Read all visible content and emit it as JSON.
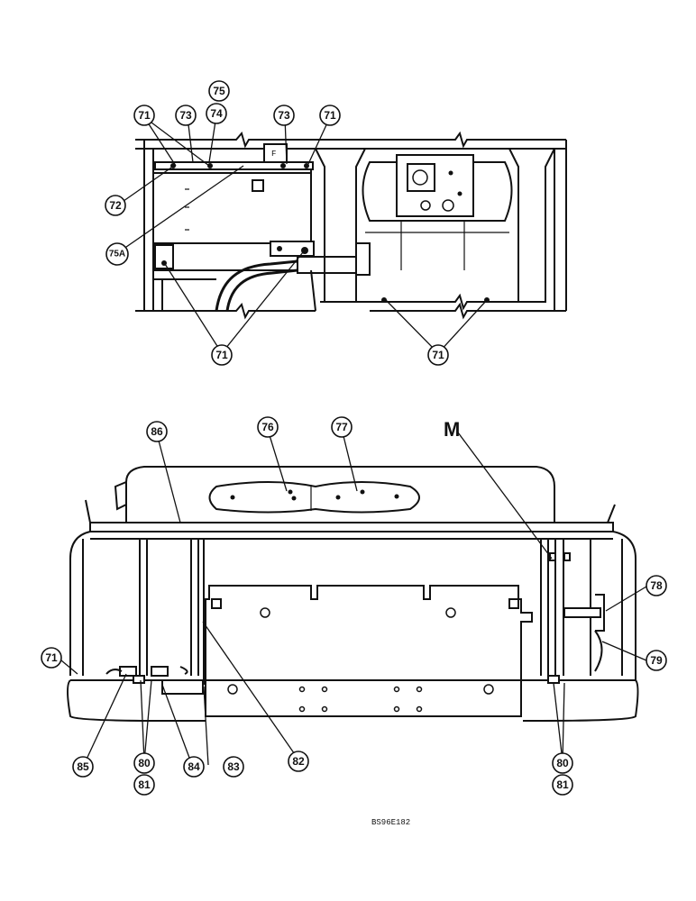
{
  "view_label": "M",
  "drawing_code": "BS96E182",
  "callouts": {
    "c71": "71",
    "c72": "72",
    "c73": "73",
    "c74": "74",
    "c75": "75",
    "c75a": "75A",
    "c76": "76",
    "c77": "77",
    "c78": "78",
    "c79": "79",
    "c80": "80",
    "c81": "81",
    "c82": "82",
    "c83": "83",
    "c84": "84",
    "c85": "85",
    "c86": "86"
  }
}
